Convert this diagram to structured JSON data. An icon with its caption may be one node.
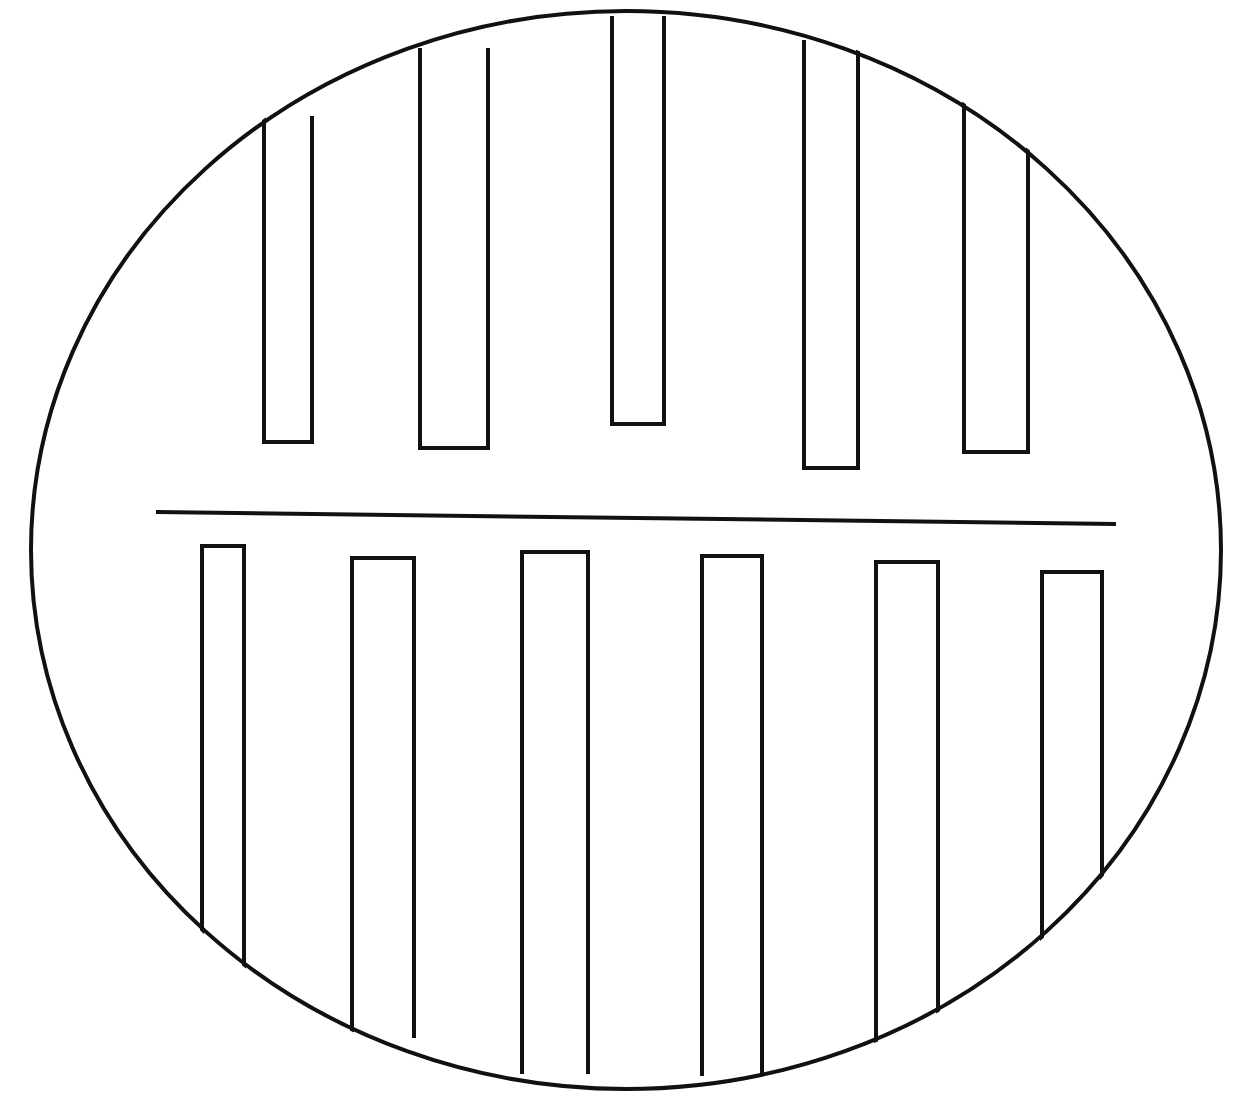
{
  "diagram": {
    "nodes": [
      {
        "text": [],
        "shape": "circle"
      },
      {
        "text": [],
        "shape": "bar",
        "in": 0
      },
      {
        "text": [],
        "shape": "bar",
        "in": 0
      },
      {
        "text": [],
        "shape": "bar",
        "in": 0
      },
      {
        "text": [],
        "shape": "bar",
        "in": 0
      },
      {
        "text": [],
        "shape": "bar",
        "in": 0
      },
      {
        "text": [],
        "shape": "bar",
        "in": 0
      },
      {
        "text": [],
        "shape": "bar",
        "in": 0
      },
      {
        "text": [],
        "shape": "bar",
        "in": 0
      },
      {
        "text": [],
        "shape": "bar",
        "in": 0
      },
      {
        "text": [],
        "shape": "bar",
        "in": 0
      },
      {
        "text": [],
        "shape": "bar",
        "in": 0
      }
    ]
  }
}
